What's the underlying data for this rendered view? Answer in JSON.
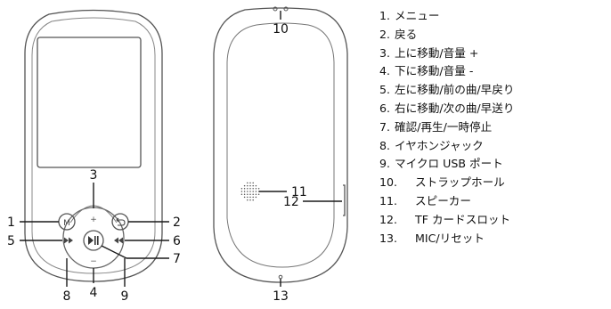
{
  "callouts": [
    "1",
    "2",
    "3",
    "4",
    "5",
    "6",
    "7",
    "8",
    "9",
    "10",
    "11",
    "12",
    "13"
  ],
  "legend": [
    {
      "num": "1.",
      "text": "メニュー"
    },
    {
      "num": "2.",
      "text": "戻る"
    },
    {
      "num": "3.",
      "text": "上に移動/音量 +"
    },
    {
      "num": "4.",
      "text": "下に移動/音量 -"
    },
    {
      "num": "5.",
      "text": "左に移動/前の曲/早戻り"
    },
    {
      "num": "6.",
      "text": "右に移動/次の曲/早送り"
    },
    {
      "num": "7.",
      "text": "確認/再生/一時停止"
    },
    {
      "num": "8.",
      "text": "イヤホンジャック"
    },
    {
      "num": "9.",
      "text": "マイクロ USB ポート"
    },
    {
      "num": "10.",
      "text": "ストラップホール"
    },
    {
      "num": "11.",
      "text": "スピーカー"
    },
    {
      "num": "12.",
      "text": "TF カードスロット"
    },
    {
      "num": "13.",
      "text": "MIC/リセット"
    }
  ],
  "button_glyphs": {
    "menu": "M",
    "plus": "+",
    "minus": "−"
  },
  "colors": {
    "line": "#1a1a1a",
    "device_stroke": "#555555",
    "inner_stroke": "#777777"
  }
}
